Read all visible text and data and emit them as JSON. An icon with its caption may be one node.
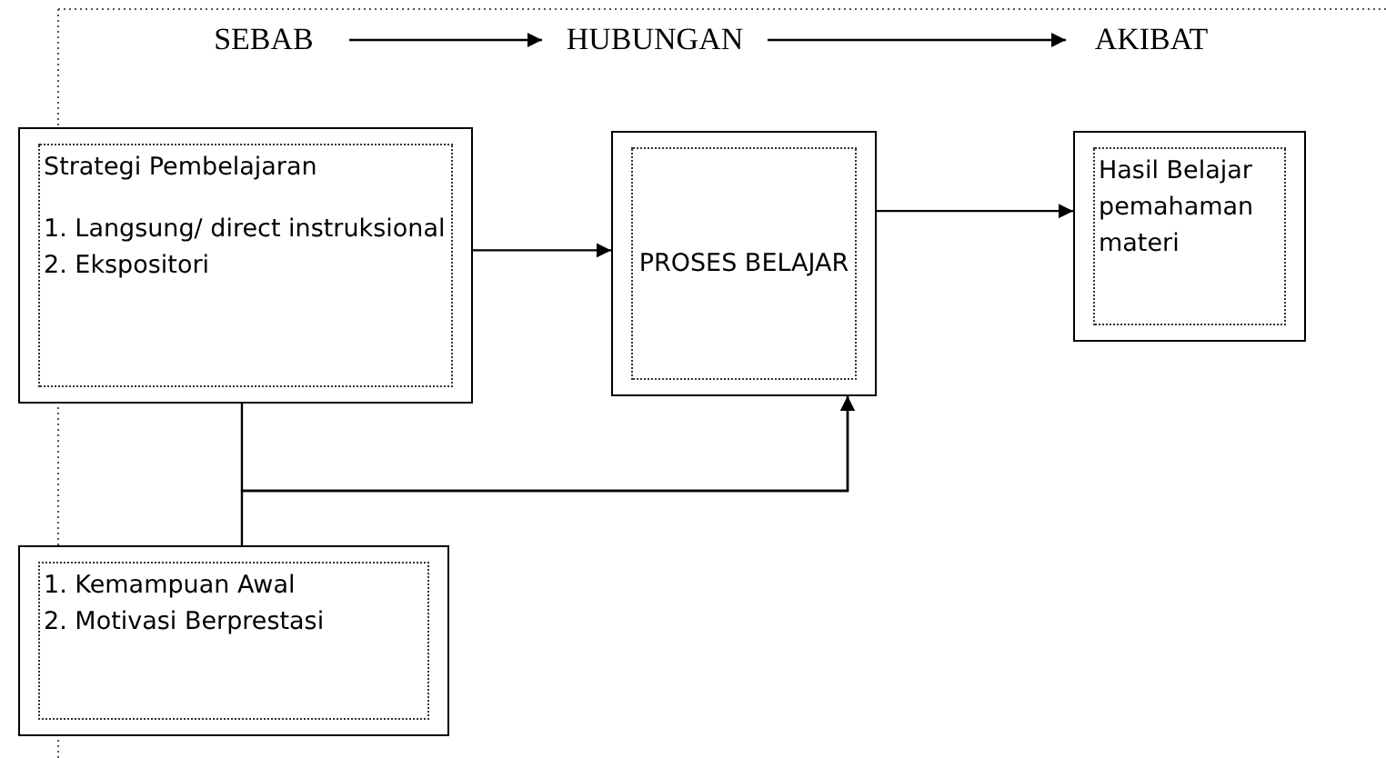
{
  "diagram": {
    "nodes": [
      {
        "text": [
          "SEBAB"
        ]
      },
      {
        "text": [
          "HUBUNGAN"
        ]
      },
      {
        "text": [
          "AKIBAT"
        ]
      },
      {
        "text": [
          "Strategi Pembelajaran",
          "1. Langsung/ direct instruksional",
          "2. Ekspositori"
        ]
      },
      {
        "text": [
          "PROSES BELAJAR"
        ]
      },
      {
        "text": [
          "Hasil Belajar pemahaman materi"
        ]
      },
      {
        "text": [
          "1. Kemampuan Awal",
          "2. Motivasi Berprestasi"
        ]
      }
    ],
    "edges": [
      {
        "from": 0,
        "to": 1,
        "arrow": "to"
      },
      {
        "from": 1,
        "to": 2,
        "arrow": "to"
      },
      {
        "from": 3,
        "to": 4,
        "arrow": "to"
      },
      {
        "from": 4,
        "to": 5,
        "arrow": "to"
      },
      {
        "from": 3,
        "to": 4,
        "arrow": "to"
      },
      {
        "from": 6,
        "to": 4,
        "arrow": "to"
      }
    ]
  }
}
